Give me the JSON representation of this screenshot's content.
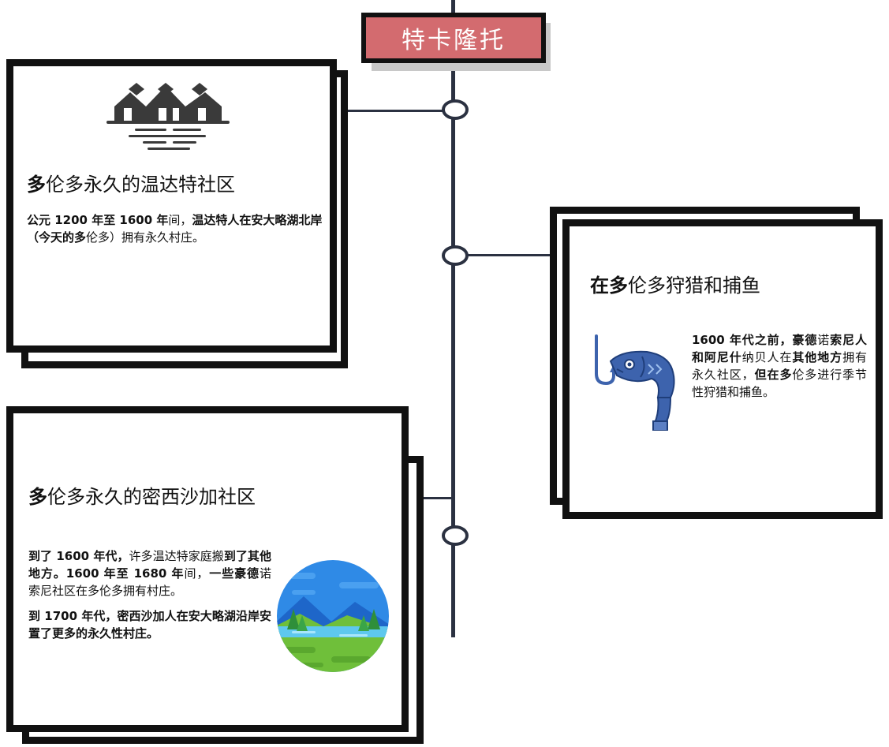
{
  "timeline_title": "特卡隆托",
  "events": [
    {
      "icon": "village-icon",
      "title_bold": "多",
      "title_rest": "伦多永久的温达特社区",
      "paragraphs": [
        [
          {
            "text": "公元 1200 年至 1600 年",
            "bold": true
          },
          {
            "text": "间，",
            "bold": false
          },
          {
            "text": "温达特人在安大略湖北岸（今天的多",
            "bold": true
          },
          {
            "text": "伦多）拥有永久村庄。",
            "bold": false
          }
        ]
      ]
    },
    {
      "icon": "fishing-hook-fish-icon",
      "title_bold": "在多",
      "title_rest": "伦多狩猎和捕鱼",
      "paragraphs": [
        [
          {
            "text": "1600 年代之前，豪德",
            "bold": true
          },
          {
            "text": "诺",
            "bold": false
          },
          {
            "text": "索尼人和阿尼什",
            "bold": true
          },
          {
            "text": "纳贝人在",
            "bold": false
          },
          {
            "text": "其他地方",
            "bold": true
          },
          {
            "text": "拥有永久社区，",
            "bold": false
          },
          {
            "text": "但在多",
            "bold": true
          },
          {
            "text": "伦多进行季节性狩猎和捕鱼。",
            "bold": false
          }
        ]
      ]
    },
    {
      "icon": "lake-landscape-icon",
      "title_bold": "多",
      "title_rest": "伦多永久的密西沙加社区",
      "paragraphs": [
        [
          {
            "text": "到了 1600 年代，",
            "bold": true
          },
          {
            "text": "许多温达特家庭搬",
            "bold": false
          },
          {
            "text": "到了其他地方。1600 年至 1680 年",
            "bold": true
          },
          {
            "text": "间，",
            "bold": false
          },
          {
            "text": "一些豪德",
            "bold": true
          },
          {
            "text": "诺索尼社区在多伦多拥有村庄。",
            "bold": false
          }
        ],
        [
          {
            "text": "到 1700 年代，密西沙加人在安大略湖沿岸安置了更多的永久性村庄。",
            "bold": true
          }
        ]
      ]
    }
  ],
  "colors": {
    "title_bg": "#d36b6f",
    "timeline": "#2b3141",
    "fish_blue": "#3d63ad",
    "sky_blue": "#2f8ae6",
    "grass_green": "#6fbf3a"
  }
}
